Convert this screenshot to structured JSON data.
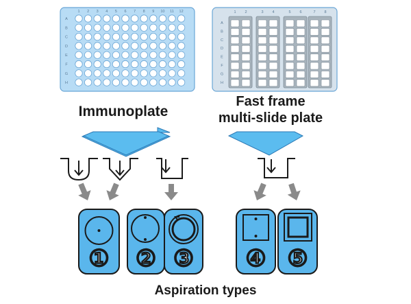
{
  "immunoplate": {
    "title": "Immunoplate",
    "columns": [
      "1",
      "2",
      "3",
      "4",
      "5",
      "6",
      "7",
      "8",
      "9",
      "10",
      "11",
      "12"
    ],
    "rows": [
      "A",
      "B",
      "C",
      "D",
      "E",
      "F",
      "G",
      "H"
    ]
  },
  "fast_frame": {
    "title_line1": "Fast frame",
    "title_line2": "multi-slide plate",
    "columns": [
      "1",
      "2",
      "3",
      "4",
      "5",
      "6",
      "7",
      "8"
    ],
    "rows": [
      "A",
      "B",
      "C",
      "D",
      "E",
      "F",
      "G",
      "H"
    ]
  },
  "aspiration": {
    "title": "Aspiration types",
    "types": [
      {
        "number": "①",
        "shape": "circle",
        "marks": "dot-center"
      },
      {
        "number": "②",
        "shape": "circle",
        "marks": "dots-top-bottom"
      },
      {
        "number": "③",
        "shape": "circle",
        "marks": "spiral"
      },
      {
        "number": "④",
        "shape": "square",
        "marks": "dots-top-bottom"
      },
      {
        "number": "⑤",
        "shape": "square",
        "marks": "spiral"
      }
    ]
  },
  "colors": {
    "plate_fill": "#b8dcf5",
    "plate_stroke": "#6aa6d6",
    "ff_plate_fill": "#d6e2ec",
    "arrow_blue": "#5bbcef",
    "arrow_grey": "#8a8a8a",
    "card_fill": "#5ab6ec",
    "outline": "#1a1a1a"
  }
}
